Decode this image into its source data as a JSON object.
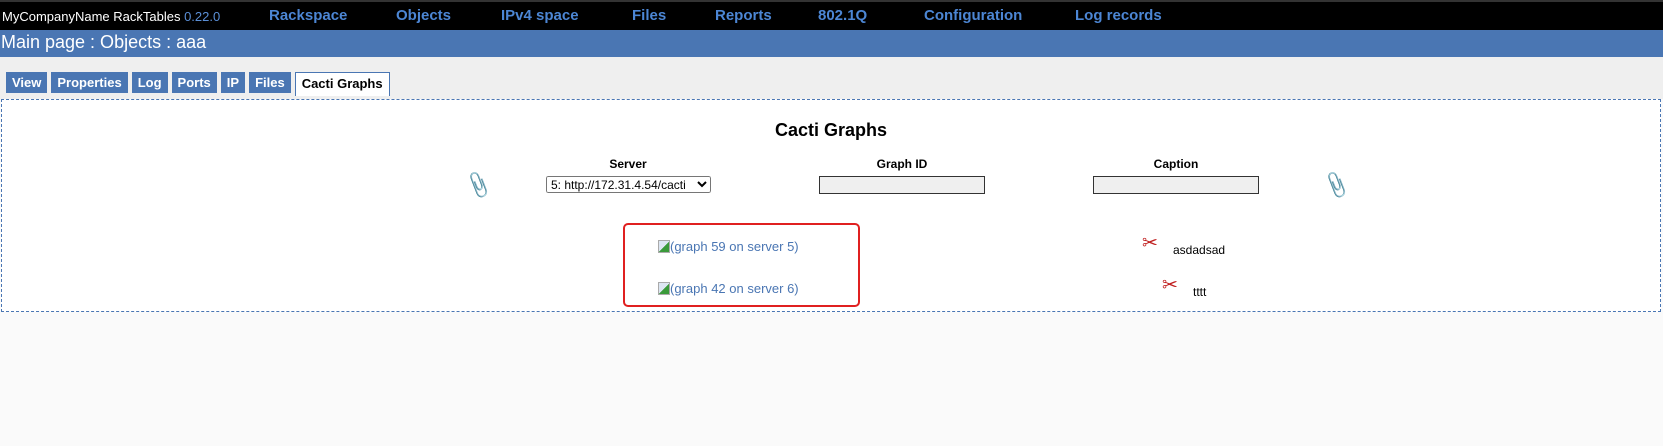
{
  "header": {
    "brand": "MyCompanyName RackTables",
    "version": "0.22.0",
    "menu": [
      "Rackspace",
      "Objects",
      "IPv4 space",
      "Files",
      "Reports",
      "802.1Q",
      "Configuration",
      "Log records"
    ]
  },
  "breadcrumb": "Main page : Objects : aaa",
  "tabs": [
    "View",
    "Properties",
    "Log",
    "Ports",
    "IP",
    "Files",
    "Cacti Graphs"
  ],
  "main": {
    "title": "Cacti Graphs",
    "col_server": "Server",
    "col_graph_id": "Graph ID",
    "col_caption": "Caption",
    "server_selected": "5: http://172.31.4.54/cacti",
    "graph_id_value": "",
    "caption_value": "",
    "graphs": [
      {
        "link": "(graph 59 on server 5)",
        "caption": "asdadsad"
      },
      {
        "link": "(graph 42 on server 6)",
        "caption": "tttt"
      }
    ]
  },
  "colors": {
    "accent": "#4a76b3",
    "highlight": "#e02020"
  }
}
